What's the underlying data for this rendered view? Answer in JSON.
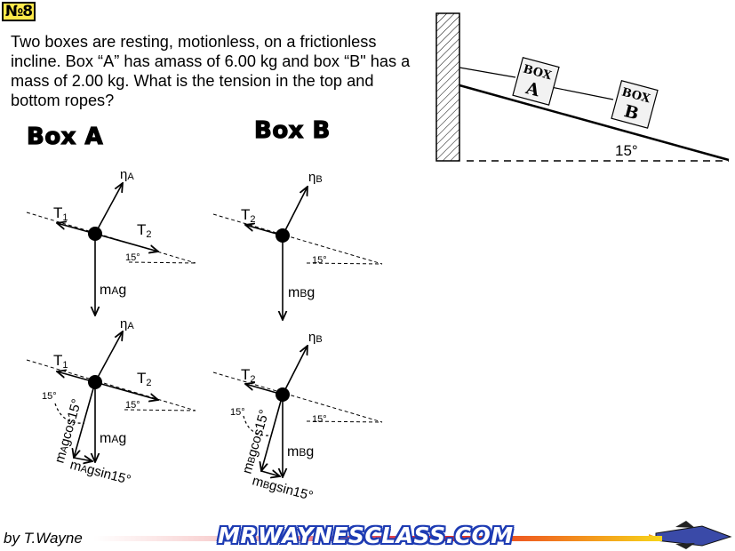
{
  "slide": {
    "number_badge": "№8",
    "problem_text": "Two boxes are resting, motionless, on a frictionless incline. Box “A” has amass of 6.00 kg and box “B\" has a mass of 2.00 kg. What is the tension in the top and bottom ropes?",
    "incline_angle": "15°",
    "box_a_label": [
      "BOX",
      "A"
    ],
    "box_b_label": [
      "BOX",
      "B"
    ]
  },
  "box_a": {
    "heading": "Box A",
    "normal": "η",
    "normal_sub": "A",
    "tension_top": "T",
    "tension_top_sub": "1",
    "tension_bottom": "T",
    "tension_bottom_sub": "2",
    "angle": "15°",
    "weight_pre": "m",
    "weight_sub": "A",
    "weight_post": "g",
    "perp_component_pre": "m",
    "perp_component_sub": "A",
    "perp_component_post": "gcos15°",
    "parallel_component_pre": "m",
    "parallel_component_sub": "A",
    "parallel_component_post": "gsin15°"
  },
  "box_b": {
    "heading": "Box B",
    "normal": "η",
    "normal_sub": "B",
    "tension_top": "T",
    "tension_top_sub": "2",
    "angle": "15°",
    "weight_pre": "m",
    "weight_sub": "B",
    "weight_post": "g",
    "perp_component_pre": "m",
    "perp_component_sub": "B",
    "perp_component_post": "gcos15°",
    "parallel_component_pre": "m",
    "parallel_component_sub": "B",
    "parallel_component_post": "gsin15°"
  },
  "footer": {
    "credit": "by T.Wayne",
    "site": "MRWAYNESCLASS.COM"
  },
  "colors": {
    "badge": "#ffe94a",
    "site_outline": "#1d3bb3",
    "ribbon_red": "#e5242b",
    "ribbon_yellow": "#f7d51a"
  }
}
